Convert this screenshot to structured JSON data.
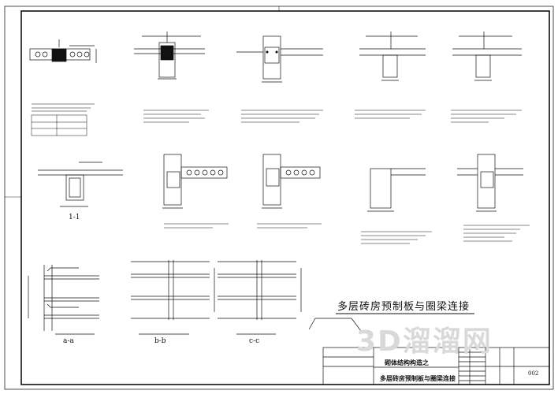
{
  "drawing": {
    "main_title": "多层砖房预制板与圈梁连接",
    "section_labels": [
      "1-1",
      "a-a",
      "b-b",
      "c-c"
    ]
  },
  "title_block": {
    "title_line1": "砌体结构构造之",
    "title_line2": "多层砖房预制板与圈梁连接",
    "sheet_no": "002"
  },
  "watermark": "3D溜溜网"
}
